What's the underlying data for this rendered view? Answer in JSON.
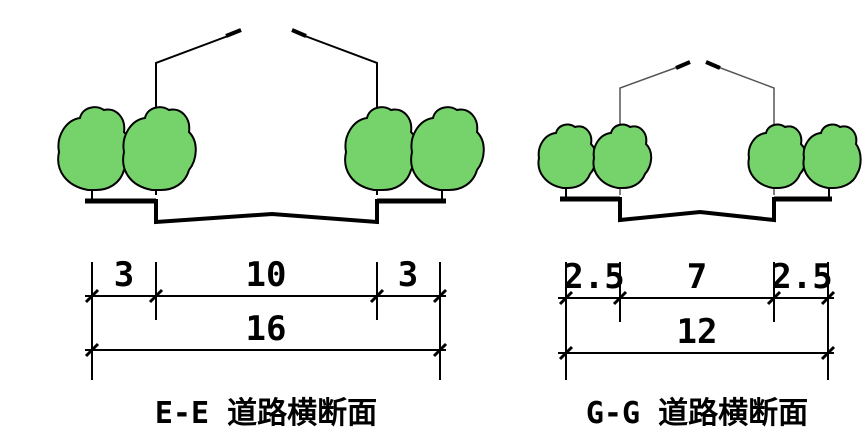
{
  "sections": [
    {
      "id": "E-E",
      "caption": "E-E 道路横断面",
      "segments": [
        "3",
        "10",
        "3"
      ],
      "total": "16"
    },
    {
      "id": "G-G",
      "caption": "G-G 道路横断面",
      "segments": [
        "2.5",
        "7",
        "2.5"
      ],
      "total": "12"
    }
  ],
  "colors": {
    "tree_fill": "#76d36b",
    "line": "#000000"
  }
}
